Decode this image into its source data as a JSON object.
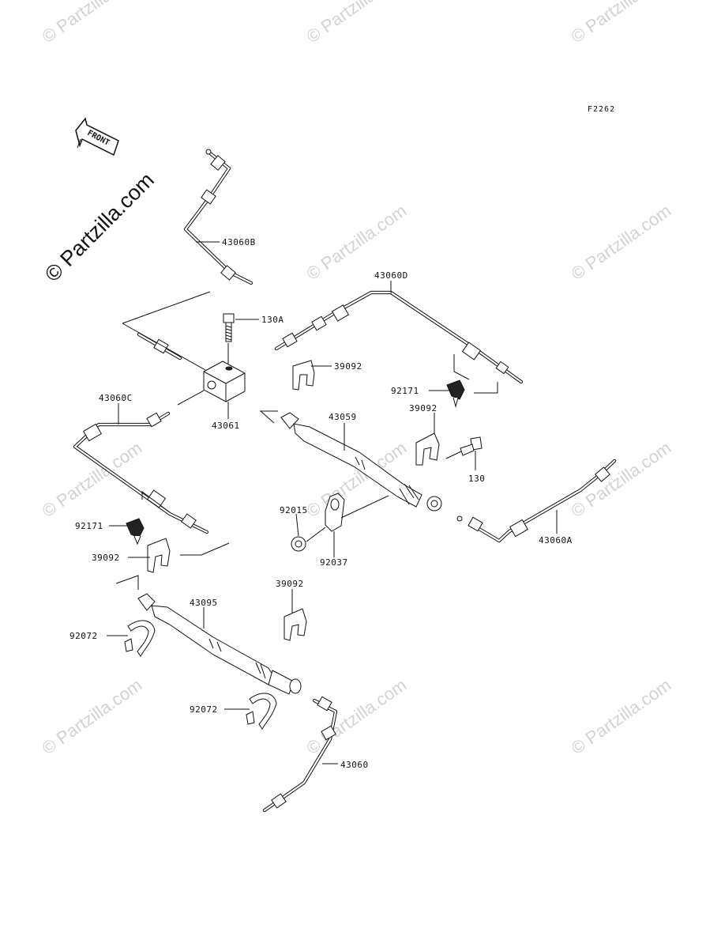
{
  "diagram": {
    "ref_code": "F2262",
    "front_label": "FRONT",
    "watermark": "© Partzilla.com",
    "part_labels": {
      "p43060B": "43060B",
      "p130A": "130A",
      "p43060D": "43060D",
      "p39092_a": "39092",
      "p92171_a": "92171",
      "p39092_b": "39092",
      "p43060C": "43060C",
      "p43061": "43061",
      "p43059": "43059",
      "p130": "130",
      "p92015": "92015",
      "p92037": "92037",
      "p43060A": "43060A",
      "p92171_b": "92171",
      "p39092_c": "39092",
      "p39092_d": "39092",
      "p43095": "43095",
      "p92072_a": "92072",
      "p92072_b": "92072",
      "p43060": "43060"
    }
  }
}
